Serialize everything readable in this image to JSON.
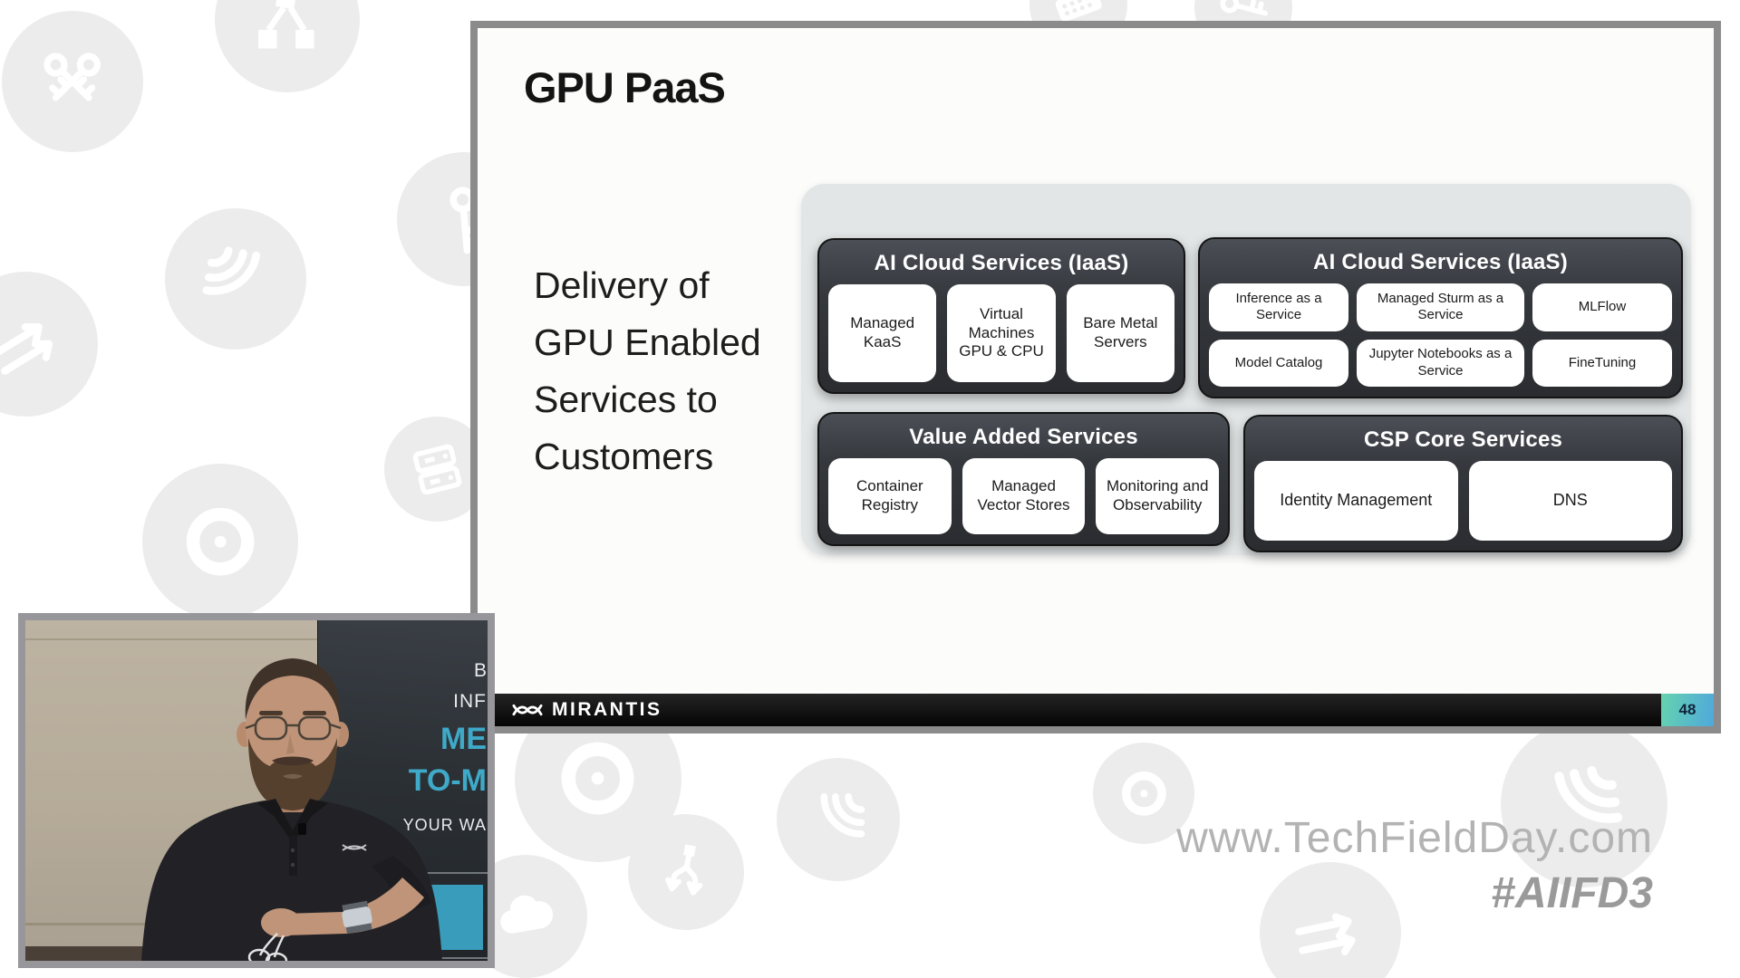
{
  "slide": {
    "title": "GPU PaaS",
    "body_text": "Delivery of\nGPU Enabled\nServices to\nCustomers",
    "diagram": {
      "panels": [
        {
          "title": "AI Cloud Services (IaaS)",
          "items": [
            "Managed KaaS",
            "Virtual Machines GPU & CPU",
            "Bare Metal Servers"
          ]
        },
        {
          "title": "AI Cloud Services (IaaS)",
          "items": [
            "Inference as a Service",
            "Managed Sturm as a Service",
            "MLFlow",
            "Model Catalog",
            "Jupyter Notebooks as a Service",
            "FineTuning"
          ]
        },
        {
          "title": "Value Added Services",
          "items": [
            "Container Registry",
            "Managed Vector Stores",
            "Monitoring and Observability"
          ]
        },
        {
          "title": "CSP Core Services",
          "items": [
            "Identity Management",
            "DNS"
          ]
        }
      ]
    },
    "footer": {
      "brand": "MIRANTIS",
      "page_number": "48"
    }
  },
  "webcam": {
    "banner_lines": [
      "B",
      "INF",
      "ME",
      "TO-M",
      "YOUR WA"
    ]
  },
  "watermark": {
    "url": "www.TechFieldDay.com",
    "hashtag": "#AIIFD3"
  },
  "background_icons": [
    "crossed-keys",
    "network-nodes",
    "wifi-arcs",
    "key",
    "arrows",
    "server-rack",
    "disc",
    "keyboard",
    "cloud",
    "branch-arrows"
  ],
  "colors": {
    "accent_cyan": "#3fa9c8",
    "panel_dark": "#33363b",
    "diagram_container": "#e2e6e7",
    "badge_gradient_start": "#66d3ae",
    "badge_gradient_end": "#4fa8dc",
    "slide_border": "#8b8b8b"
  }
}
